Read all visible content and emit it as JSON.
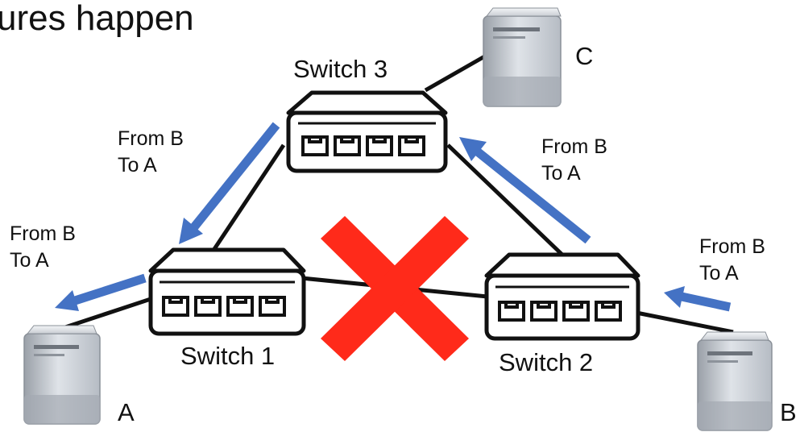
{
  "title": "ures happen",
  "switches": {
    "s1": "Switch 1",
    "s2": "Switch 2",
    "s3": "Switch 3"
  },
  "hosts": {
    "a": "A",
    "b": "B",
    "c": "C"
  },
  "arrow_labels": {
    "s3_to_s1": {
      "line1": "From B",
      "line2": "To A"
    },
    "s2_to_s3": {
      "line1": "From B",
      "line2": "To A"
    },
    "s1_to_a": {
      "line1": "From B",
      "line2": "To A"
    },
    "b_to_s2": {
      "line1": "From B",
      "line2": "To A"
    }
  },
  "colors": {
    "arrow": "#4472C4",
    "failure_x": "#FF2A1A",
    "link": "#111111",
    "switch_fill": "#ffffff"
  },
  "failed_link": "Switch 1 - Switch 2"
}
